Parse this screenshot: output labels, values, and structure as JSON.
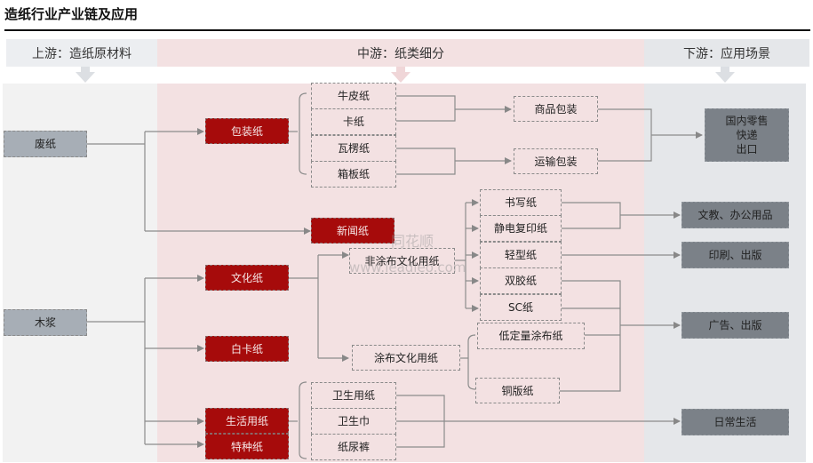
{
  "title": "造纸行业产业链及应用",
  "headers": {
    "upstream": "上游：造纸原材料",
    "midstream": "中游：纸类细分",
    "downstream": "下游：应用场景"
  },
  "sources": {
    "waste_paper": "废纸",
    "wood_pulp": "木浆"
  },
  "categories": {
    "packaging": "包装纸",
    "newsprint": "新闻纸",
    "cultural": "文化纸",
    "white_card": "白卡纸",
    "household": "生活用纸",
    "specialty": "特种纸"
  },
  "packaging_types": [
    "牛皮纸",
    "卡纸",
    "瓦楞纸",
    "箱板纸"
  ],
  "packaging_uses": {
    "commodity": "商品包装",
    "transport": "运输包装"
  },
  "cultural_subtypes": {
    "uncoated": "非涂布文化用纸",
    "coated": "涂布文化用纸"
  },
  "uncoated_types": [
    "书写纸",
    "静电复印纸",
    "轻型纸",
    "双胶纸",
    "SC纸"
  ],
  "coated_types": {
    "low_weight": "低定量涂布纸",
    "art_paper": "铜版纸"
  },
  "household_types": [
    "卫生用纸",
    "卫生巾",
    "纸尿裤"
  ],
  "applications": {
    "retail": [
      "国内零售",
      "快递",
      "出口"
    ],
    "stationery": "文教、办公用品",
    "printing": "印刷、出版",
    "advertising": "广告、出版",
    "daily_life": "日常生活"
  },
  "watermark": {
    "brand": "同花顺",
    "site": "www.leadleo.com"
  },
  "colors": {
    "upstream_band": "#f2f2f2",
    "midstream_band": "#f3e1e2",
    "downstream_band": "#e5e7ea",
    "category_red": "#a60b0b",
    "source_gray": "#a7aeb6",
    "destination_gray": "#7b8188"
  }
}
